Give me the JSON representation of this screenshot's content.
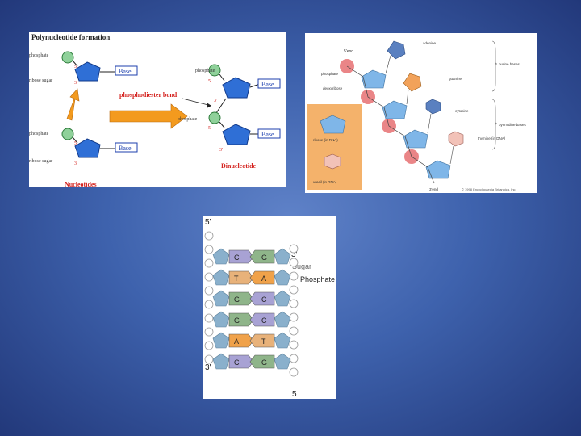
{
  "slide": {
    "background": "#3e62ad"
  },
  "panel1": {
    "title": "Polynucleotide formation",
    "label_phosphate": "phosphate",
    "label_ribose": "ribose sugar",
    "label_base": "Base",
    "label_bond": "phosphodiester bond",
    "label_5": "5'",
    "label_3": "3'",
    "label_nucleotides": "Nucleotides",
    "label_dinucleotide": "Dinucleotide",
    "colors": {
      "phosphate": "#8fd19a",
      "sugar": "#2f6fd6",
      "arrow": "#f39a1e",
      "red": "#d4231f",
      "base_text": "#1c3fae"
    }
  },
  "panel2": {
    "label_5end": "5'end",
    "label_3end": "3'end",
    "label_phosphate": "phosphate",
    "label_deoxyribose": "deoxyribose",
    "label_adenine": "adenine",
    "label_guanine": "guanine",
    "label_cytosine": "cytosine",
    "label_thymine": "thymine\n(in DNA)",
    "label_purine": "purine bases",
    "label_pyrimidine": "pyrimidine bases",
    "label_ribose_rna": "ribose (in RNA)",
    "label_uracil": "uracil (in RNA)",
    "label_copyright": "© 1998 Encyclopaedia Britannica, Inc.",
    "colors": {
      "phosphate": "#e8787a",
      "sugar": "#7fb6e8",
      "inset": "#f4b26b"
    }
  },
  "panel3": {
    "label_5top": "5'",
    "label_3top": "3'",
    "label_3bottom": "3'",
    "label_5bottom": "5",
    "label_sugar": "Sugar",
    "label_phosphate": "Phosphate",
    "pairs": [
      {
        "left": "C",
        "right": "G"
      },
      {
        "left": "T",
        "right": "A"
      },
      {
        "left": "G",
        "right": "C"
      },
      {
        "left": "G",
        "right": "C"
      },
      {
        "left": "A",
        "right": "T"
      },
      {
        "left": "C",
        "right": "G"
      }
    ],
    "colors": {
      "C": "#a8a2d4",
      "G": "#8fb58a",
      "T": "#e8b27a",
      "A": "#f0a24a",
      "sugar": "#8ab0cc"
    }
  }
}
